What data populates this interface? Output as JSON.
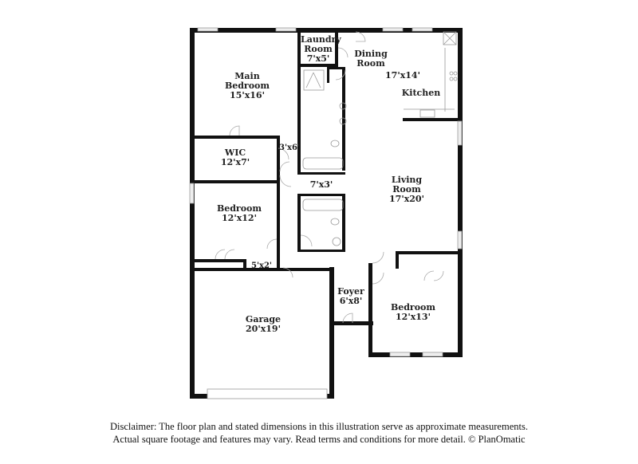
{
  "rooms": {
    "main_bedroom": {
      "name_line1": "Main",
      "name_line2": "Bedroom",
      "dims": "15'x16'"
    },
    "laundry": {
      "name_line1": "Laundry",
      "name_line2": "Room",
      "dims": "7'x5'"
    },
    "dining": {
      "name_line1": "Dining",
      "name_line2": "Room"
    },
    "kitchen": {
      "name": "Kitchen",
      "dims": "17'x14'"
    },
    "wic": {
      "name": "WIC",
      "dims": "12'x7'"
    },
    "closet_small": {
      "dims": "3'x6'"
    },
    "hall_closet": {
      "dims": "7'x3'"
    },
    "living": {
      "name_line1": "Living",
      "name_line2": "Room",
      "dims": "17'x20'"
    },
    "bedroom_west": {
      "name": "Bedroom",
      "dims": "12'x12'"
    },
    "closet_5x2": {
      "dims": "5'x2'"
    },
    "garage": {
      "name": "Garage",
      "dims": "20'x19'"
    },
    "foyer": {
      "name": "Foyer",
      "dims": "6'x8'"
    },
    "bedroom_east": {
      "name": "Bedroom",
      "dims": "12'x13'"
    }
  },
  "disclaimer": {
    "line1": "Disclaimer: The floor plan and stated dimensions in this illustration serve as approximate measurements.",
    "line2": "Actual square footage and features may vary. Read terms and conditions for more detail. © PlanOmatic"
  },
  "colors": {
    "wall": "#111111",
    "fixture": "#9a9a9a",
    "window": "#e8e8e8"
  }
}
